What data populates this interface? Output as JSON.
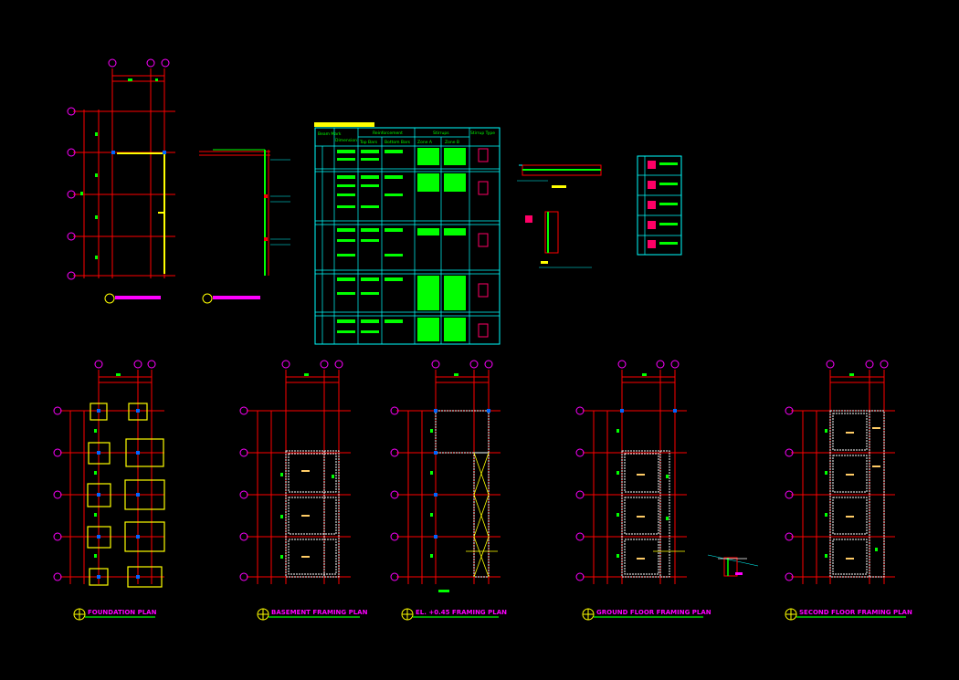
{
  "drawing": {
    "background": "#000000",
    "colors": {
      "grid": "#ff0000",
      "bubble": "#ff00ff",
      "dim": "#00ff00",
      "table": "#00ffff",
      "footing": "#ffff00",
      "beam": "#ffffff",
      "column": "#0066ff",
      "accent": "#ffff00"
    }
  },
  "plan_titles": {
    "foundation": "FOUNDATION PLAN",
    "basement": "BASEMENT FRAMING PLAN",
    "el": "EL. +0.45 FRAMING PLAN",
    "ground": "GROUND FLOOR FRAMING PLAN",
    "second": "SECOND FLOOR FRAMING PLAN"
  },
  "schedule": {
    "columns": {
      "mark": "Beam Mark",
      "dimension": "Dimension",
      "reinforcement": "Reinforcement",
      "top": "Top Bars",
      "bottom": "Bottom Bars",
      "stirrups": "Stirrups",
      "zone_a": "Zone A",
      "zone_b": "Zone B",
      "type": "Stirrup Type"
    }
  }
}
